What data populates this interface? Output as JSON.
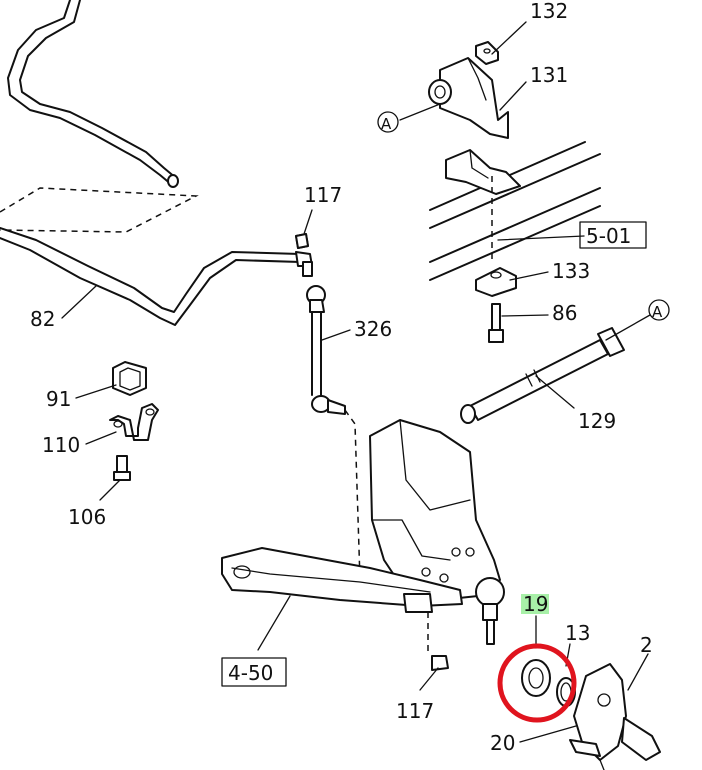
{
  "labels": {
    "p132": "132",
    "p131": "131",
    "pA_top": "A",
    "p5_01": "5-01",
    "p133": "133",
    "p86": "86",
    "pA_right": "A",
    "p129": "129",
    "p117_top": "117",
    "p326": "326",
    "p82": "82",
    "p91": "91",
    "p110": "110",
    "p106": "106",
    "p19": "19",
    "p13": "13",
    "p2": "2",
    "p20": "20",
    "p4_50": "4-50",
    "p117_bottom": "117"
  },
  "colors": {
    "line": "#111111",
    "highlight_fill": "#a8f0a8",
    "circle": "#e0141e"
  }
}
